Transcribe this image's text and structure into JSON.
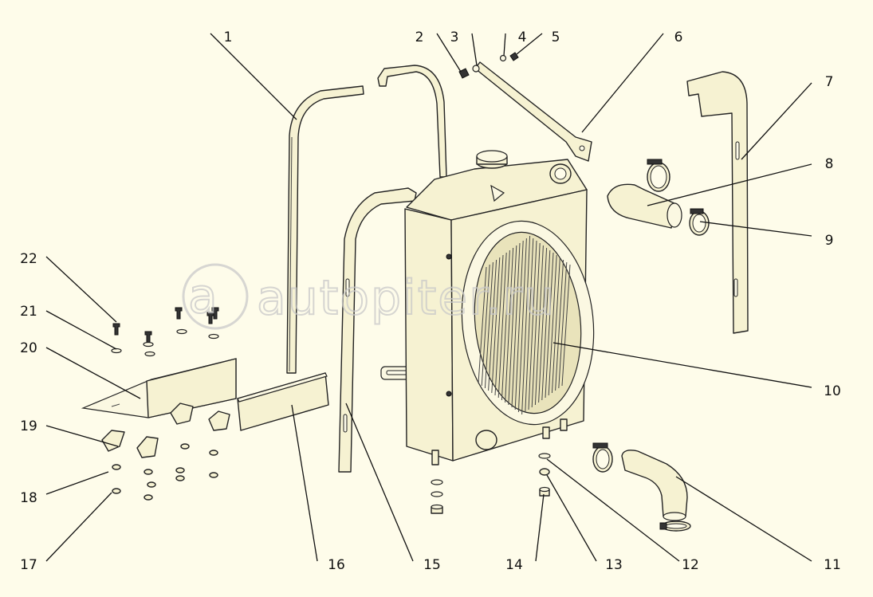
{
  "watermark": "autopiter.ru",
  "callouts": [
    "1",
    "2",
    "3",
    "4",
    "5",
    "6",
    "7",
    "8",
    "9",
    "10",
    "11",
    "12",
    "13",
    "14",
    "15",
    "16",
    "17",
    "18",
    "19",
    "20",
    "21",
    "22"
  ],
  "colors": {
    "background": "#fefcea",
    "line": "#222222",
    "part_fill": "#f6f2d2",
    "watermark": "#c9c9c9"
  }
}
